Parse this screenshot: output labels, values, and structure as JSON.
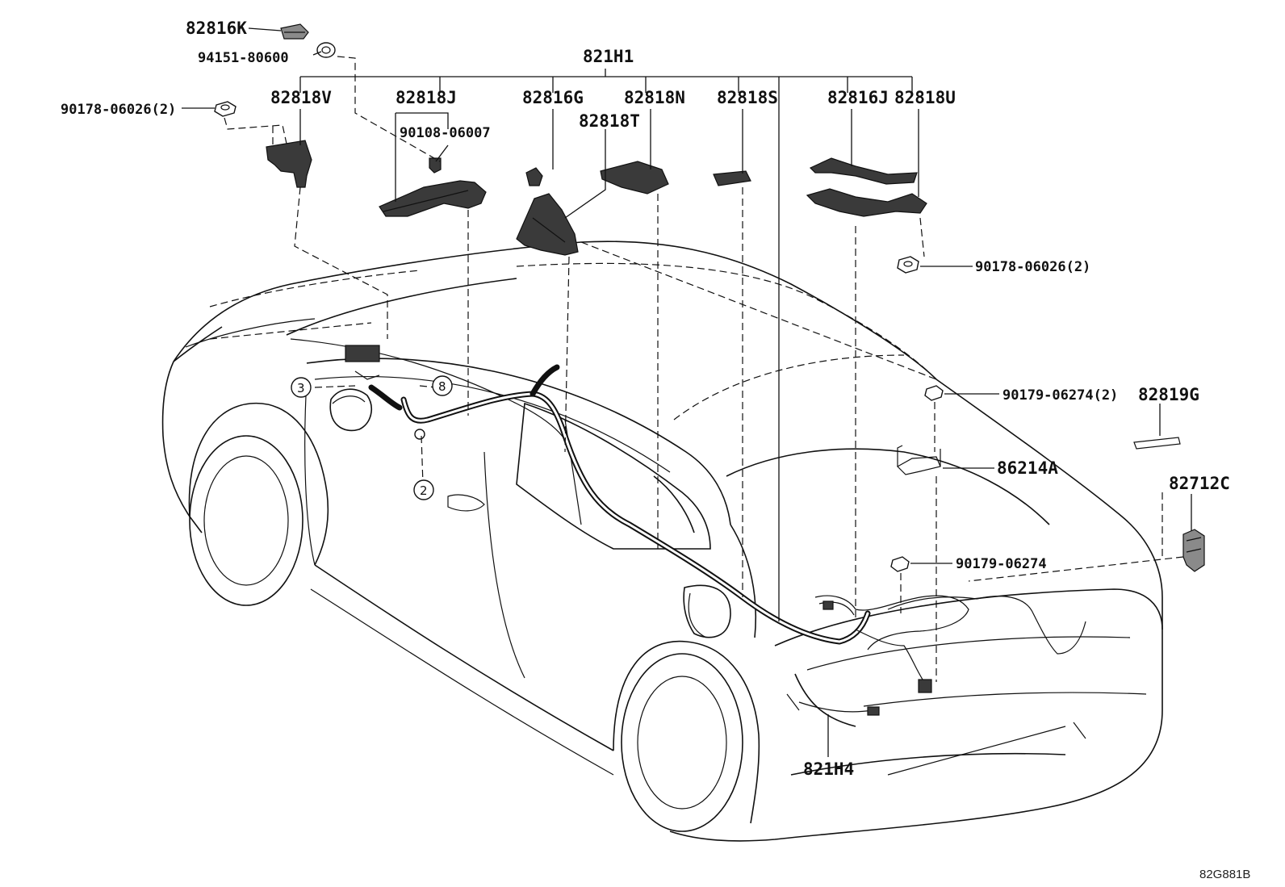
{
  "labels": {
    "p_82816K": "82816K",
    "p_94151_80600": "94151-80600",
    "p_821H1": "821H1",
    "p_90178_06026_left": "90178-06026(2)",
    "p_82818V": "82818V",
    "p_82818J": "82818J",
    "p_90108_06007": "90108-06007",
    "p_82816G": "82816G",
    "p_82818N": "82818N",
    "p_82818T": "82818T",
    "p_82818S": "82818S",
    "p_82816J": "82816J",
    "p_82818U": "82818U",
    "p_90178_06026_right": "90178-06026(2)",
    "p_90179_06274_2": "90179-06274(2)",
    "p_82819G": "82819G",
    "p_86214A": "86214A",
    "p_82712C": "82712C",
    "p_90179_06274": "90179-06274",
    "p_821H4": "821H4"
  },
  "callouts": {
    "c3": "3",
    "c8": "8",
    "c2": "2"
  },
  "diagram_code": "82G881B"
}
